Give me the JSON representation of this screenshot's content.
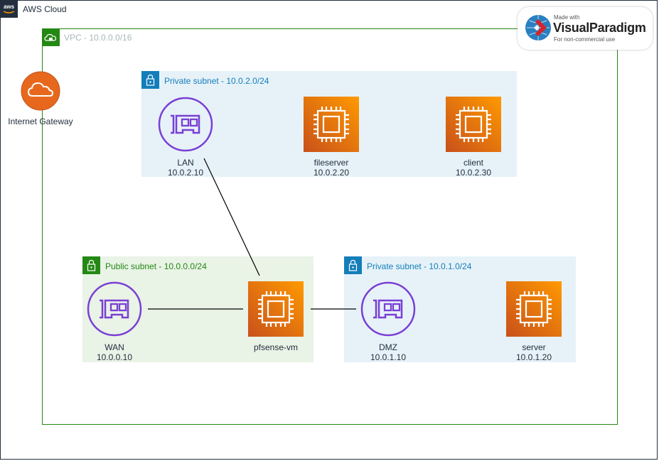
{
  "cloud": {
    "title": "AWS Cloud"
  },
  "vpc": {
    "title": "VPC - 10.0.0.0/16"
  },
  "internet_gateway": {
    "label": "Internet Gateway"
  },
  "subnets": {
    "private_lan": {
      "title": "Private subnet - 10.0.2.0/24"
    },
    "public": {
      "title": "Public subnet - 10.0.0.0/24"
    },
    "private_dmz": {
      "title": "Private subnet - 10.0.1.0/24"
    }
  },
  "nodes": {
    "lan": {
      "name": "LAN",
      "ip": "10.0.2.10"
    },
    "fileserver": {
      "name": "fileserver",
      "ip": "10.0.2.20"
    },
    "client": {
      "name": "client",
      "ip": "10.0.2.30"
    },
    "wan": {
      "name": "WAN",
      "ip": "10.0.0.10"
    },
    "pfsense": {
      "name": "pfsense-vm"
    },
    "dmz": {
      "name": "DMZ",
      "ip": "10.0.1.10"
    },
    "server": {
      "name": "server",
      "ip": "10.0.1.20"
    }
  },
  "watermark": {
    "made_with": "Made with",
    "brand": "VisualParadigm",
    "note": "For non-commercial use"
  },
  "colors": {
    "cloud_border": "#232f3e",
    "vpc_green": "#248814",
    "private_blue": "#147eba",
    "public_green": "#248814",
    "private_fill": "#e6f2f8",
    "public_fill": "#e9f3e6",
    "ec2_orange": "#ed7100",
    "eni_purple": "#7a3fd5",
    "igw_orange": "#e7681d"
  }
}
